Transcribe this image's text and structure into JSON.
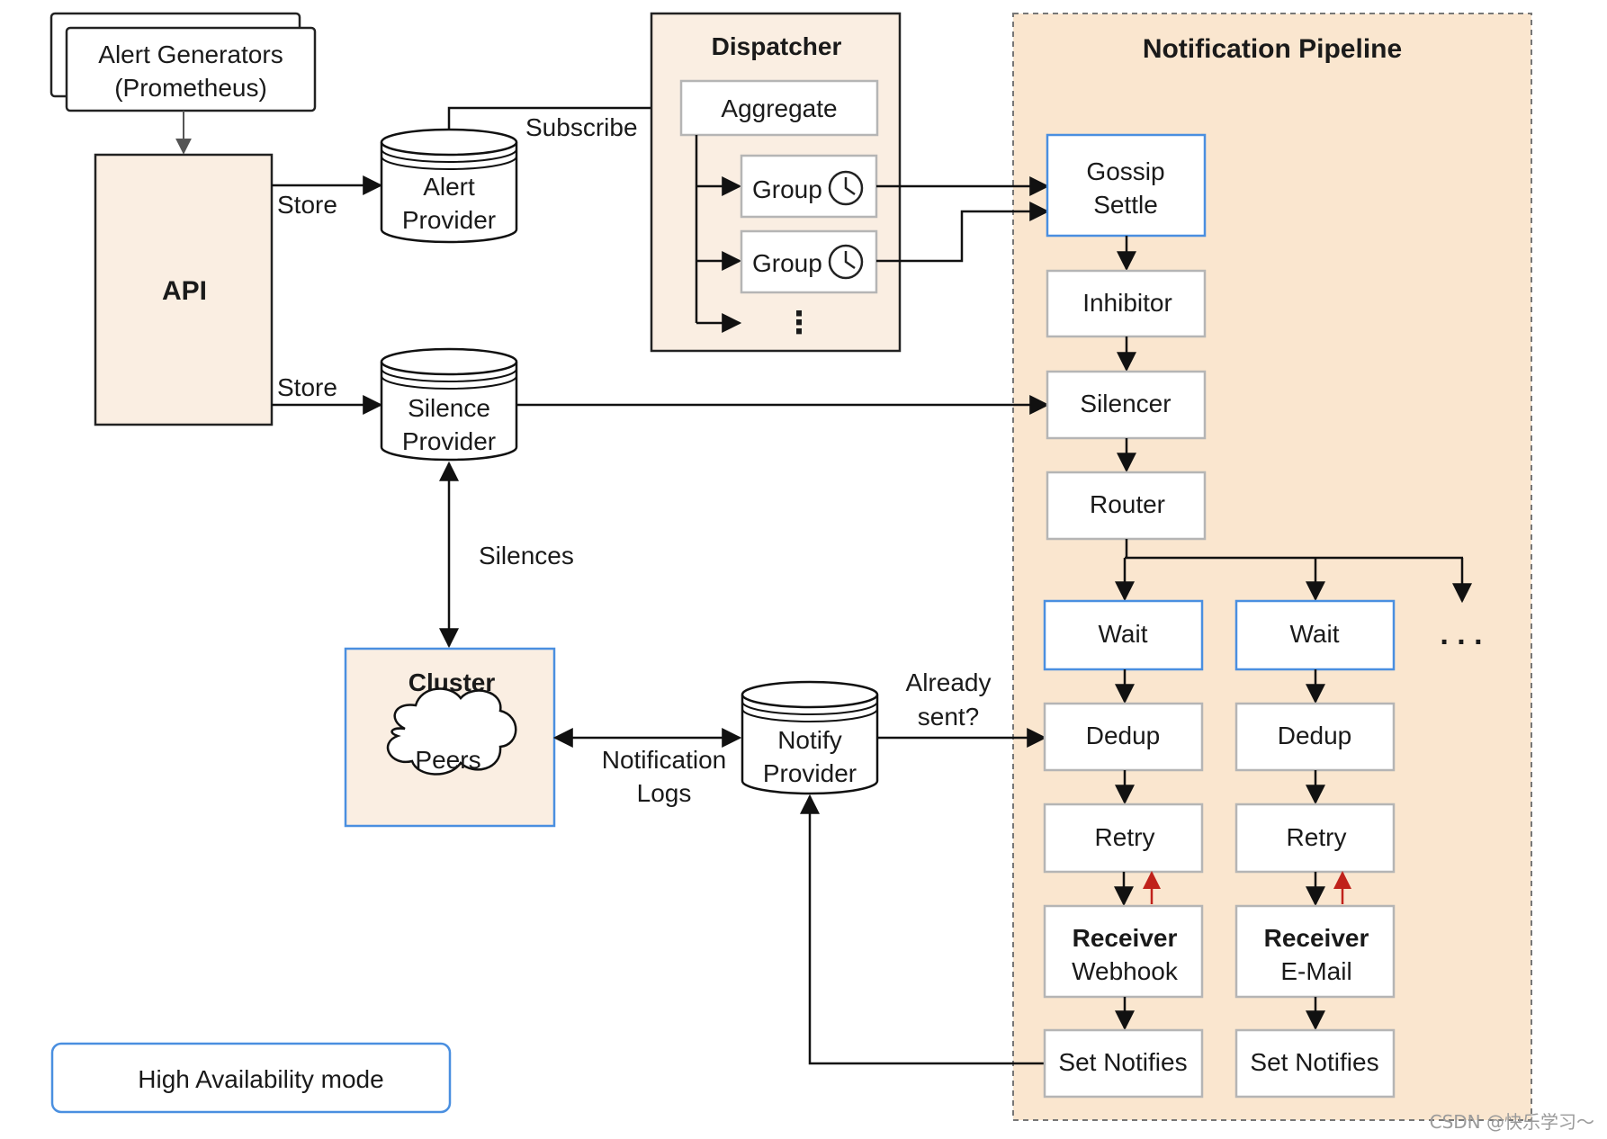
{
  "colors": {
    "box_fill": "#faeee2",
    "pipeline_fill": "#fae6cf",
    "stroke": "#222222",
    "blue_stroke": "#4a8fe0",
    "gray_stroke": "#b5b5b5",
    "red_arrow": "#c0221b"
  },
  "alert_generators": {
    "line1": "Alert Generators",
    "line2": "(Prometheus)"
  },
  "api": {
    "label": "API"
  },
  "edges": {
    "store_alert": "Store",
    "store_silence": "Store",
    "subscribe": "Subscribe",
    "silences": "Silences",
    "notification_logs_1": "Notification",
    "notification_logs_2": "Logs",
    "already_sent_1": "Already",
    "already_sent_2": "sent?"
  },
  "alert_provider": {
    "line1": "Alert",
    "line2": "Provider"
  },
  "silence_provider": {
    "line1": "Silence",
    "line2": "Provider"
  },
  "notify_provider": {
    "line1": "Notify",
    "line2": "Provider"
  },
  "dispatcher": {
    "title": "Dispatcher",
    "aggregate": "Aggregate",
    "group1": "Group",
    "group2": "Group",
    "more": "⋮"
  },
  "cluster": {
    "title": "Cluster",
    "peers": "Peers"
  },
  "pipeline": {
    "title": "Notification Pipeline",
    "gossip_1": "Gossip",
    "gossip_2": "Settle",
    "inhibitor": "Inhibitor",
    "silencer": "Silencer",
    "router": "Router",
    "more": ". . .",
    "columns": [
      {
        "wait": "Wait",
        "dedup": "Dedup",
        "retry": "Retry",
        "receiver": "Receiver",
        "receiver_type": "Webhook",
        "set_notifies": "Set Notifies"
      },
      {
        "wait": "Wait",
        "dedup": "Dedup",
        "retry": "Retry",
        "receiver": "Receiver",
        "receiver_type": "E-Mail",
        "set_notifies": "Set Notifies"
      }
    ]
  },
  "ha_mode": {
    "label": "High Availability mode"
  },
  "watermark": "CSDN @快乐学习～"
}
